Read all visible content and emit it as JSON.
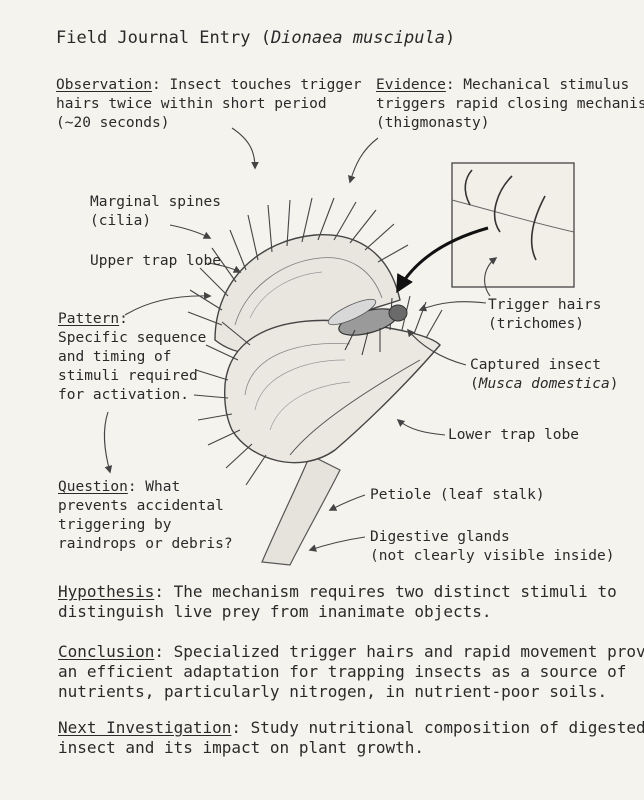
{
  "title": {
    "prefix": "Field Journal Entry (",
    "species": "Dionaea muscipula",
    "suffix": ")"
  },
  "observation": {
    "label": "Observation",
    "lines": [
      ": Insect touches trigger",
      "hairs twice within short period",
      "(~20 seconds)"
    ]
  },
  "evidence": {
    "label": "Evidence",
    "lines": [
      ": Mechanical stimulus",
      "triggers rapid closing mechanism",
      "(thigmonasty)"
    ]
  },
  "labels": {
    "marginal_spines": [
      "Marginal spines",
      "(cilia)"
    ],
    "upper_lobe": "Upper trap lobe",
    "trigger_hairs": [
      "Trigger hairs",
      "(trichomes)"
    ],
    "captured_insect": [
      "Captured insect",
      "(",
      "Musca domestica",
      ")"
    ],
    "lower_lobe": "Lower trap lobe",
    "petiole": "Petiole (leaf stalk)",
    "digestive_glands": [
      "Digestive glands",
      "(not clearly visible inside)"
    ]
  },
  "pattern": {
    "label": "Pattern",
    "lines": [
      ":",
      "Specific sequence",
      "and timing of",
      "stimuli required",
      "for activation."
    ]
  },
  "question": {
    "label": "Question",
    "lines": [
      ": What",
      "prevents accidental",
      "triggering by",
      "raindrops or debris?"
    ]
  },
  "hypothesis": {
    "label": "Hypothesis",
    "lines": [
      ": The mechanism requires two distinct stimuli to",
      "distinguish live prey from inanimate objects."
    ]
  },
  "conclusion": {
    "label": "Conclusion",
    "lines": [
      ": Specialized trigger hairs and rapid movement provide",
      "an efficient adaptation for trapping insects as a source of",
      "nutrients, particularly nitrogen, in nutrient-poor soils."
    ]
  },
  "next": {
    "label": "Next Investigation",
    "lines": [
      ": Study nutritional composition of digested",
      "insect and its impact on plant growth."
    ]
  }
}
